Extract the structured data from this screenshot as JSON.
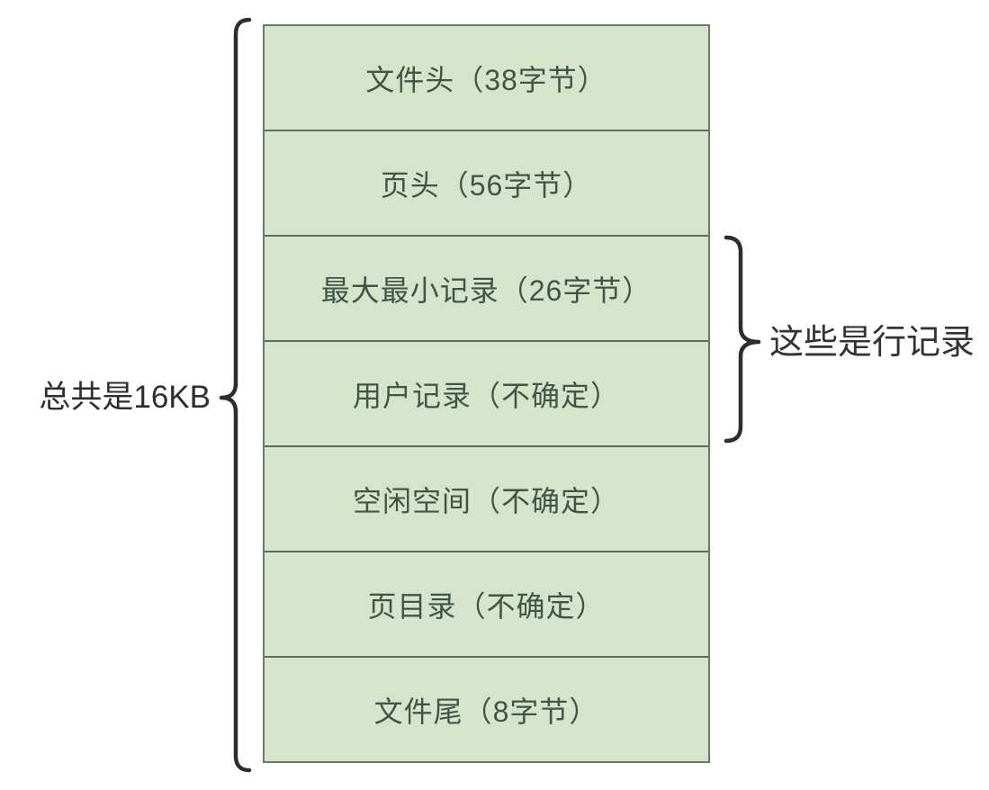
{
  "diagram": {
    "total_label": "总共是16KB",
    "row_group_label": "这些是行记录",
    "rows": [
      "文件头（38字节）",
      "页头（56字节）",
      "最大最小记录（26字节）",
      "用户记录（不确定）",
      "空闲空间（不确定）",
      "页目录（不确定）",
      "文件尾（8字节）"
    ],
    "colors": {
      "box_fill": "#d6e4cb",
      "box_border": "#5f6e5c",
      "box_text": "#3f5647",
      "label_text": "#2e2e2e",
      "brace": "#2d2d2d",
      "background": "#ffffff"
    }
  }
}
